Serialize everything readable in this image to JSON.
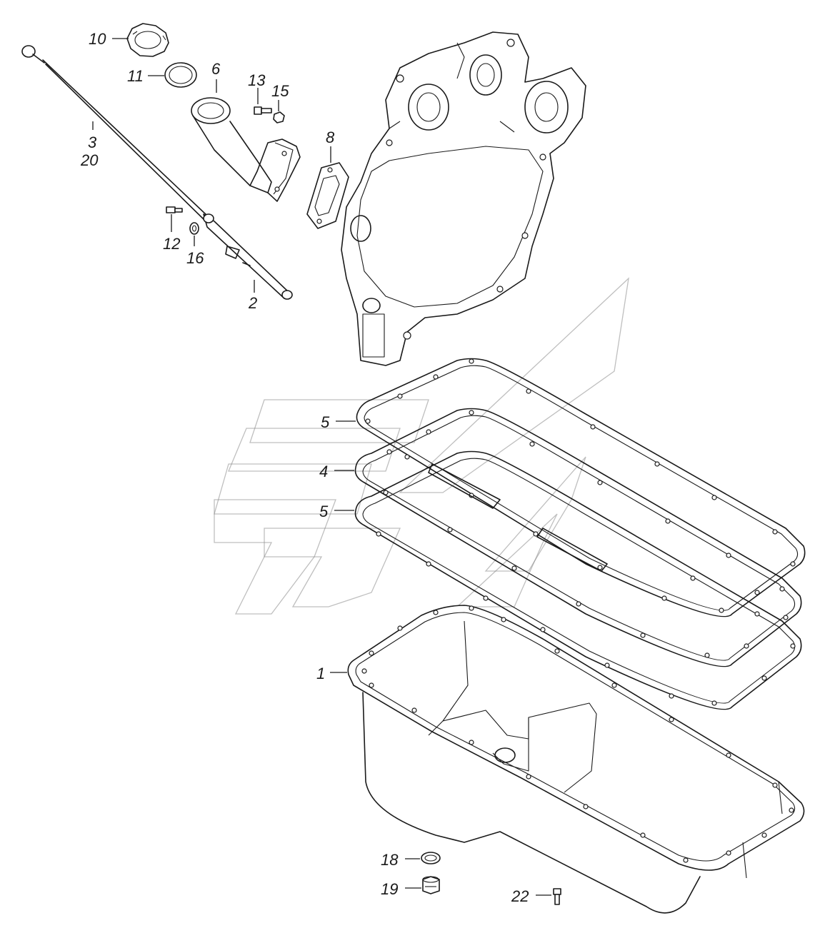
{
  "callouts": {
    "c10": "10",
    "c11": "11",
    "c6": "6",
    "c13": "13",
    "c15": "15",
    "c3": "3",
    "c20": "20",
    "c8": "8",
    "c12": "12",
    "c16": "16",
    "c2": "2",
    "c5a": "5",
    "c4": "4",
    "c5b": "5",
    "c1": "1",
    "c18": "18",
    "c19": "19",
    "c22": "22"
  },
  "colors": {
    "line": "#1a1a1a",
    "background": "#ffffff",
    "watermark": "#8a8a8a"
  }
}
